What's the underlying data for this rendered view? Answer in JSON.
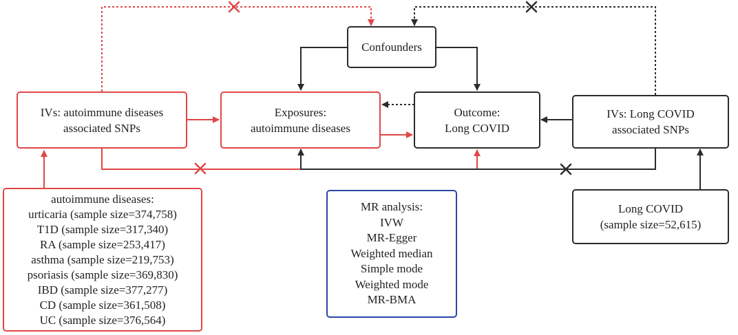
{
  "colors": {
    "association": "#e04646",
    "causal": "#2b2b2b",
    "analysis": "#2a45a8"
  },
  "icons": {
    "blocked_path": "x-mark-icon"
  },
  "nodes": {
    "confounders": {
      "lines": [
        "Confounders"
      ]
    },
    "ivs_autoimmune": {
      "lines": [
        "IVs: autoimmune diseases",
        "associated SNPs"
      ]
    },
    "exposures": {
      "lines": [
        "Exposures:",
        "autoimmune diseases"
      ]
    },
    "outcome": {
      "lines": [
        "Outcome:",
        "Long COVID"
      ]
    },
    "ivs_long_covid": {
      "lines": [
        "IVs: Long COVID",
        "associated SNPs"
      ]
    },
    "autoimmune_sources": {
      "lines": [
        "autoimmune diseases:",
        "urticaria (sample size=374,758)",
        "T1D (sample size=317,340)",
        "RA (sample size=253,417)",
        "asthma (sample size=219,753)",
        "psoriasis (sample size=369,830)",
        "IBD (sample size=377,277)",
        "CD (sample size=361,508)",
        "UC (sample size=376,564)"
      ]
    },
    "mr_analysis": {
      "lines": [
        "MR analysis:",
        "IVW",
        "MR-Egger",
        "Weighted median",
        "Simple mode",
        "Weighted mode",
        "MR-BMA"
      ]
    },
    "long_covid_source": {
      "lines": [
        "Long COVID",
        "(sample size=52,615)"
      ]
    }
  }
}
